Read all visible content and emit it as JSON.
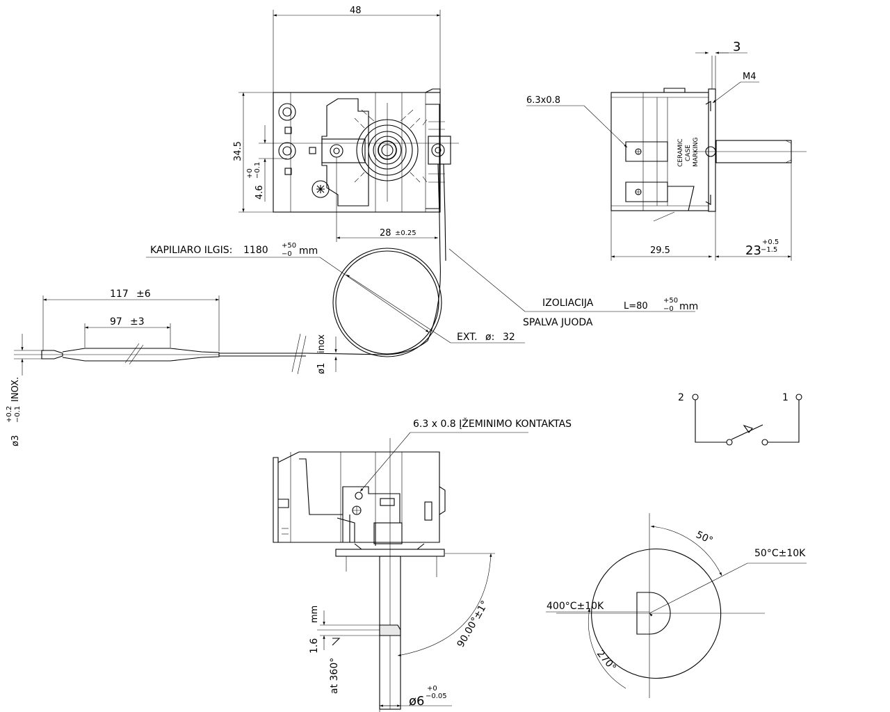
{
  "front_view": {
    "dim_width": "48",
    "dim_height": "34.5",
    "dim_offset": "4.6",
    "dim_offset_tol_upper": "+0",
    "dim_offset_tol_lower": "−0.1",
    "dim_hole_spacing": "28",
    "dim_hole_spacing_tol": "±0.25"
  },
  "capillary": {
    "label": "KAPILIARO ILGIS:",
    "value": "1180",
    "tol_upper": "+50",
    "tol_lower": "−0",
    "unit": "mm"
  },
  "insulation": {
    "label": "IZOLIACIJA",
    "length": "L=80",
    "tol_upper": "+50",
    "tol_lower": "−0",
    "unit": "mm",
    "color_note": "SPALVA JUODA"
  },
  "coil": {
    "ext_label": "EXT.",
    "diameter_symbol": "ø:",
    "diameter": "32"
  },
  "bulb": {
    "total_length": "117",
    "total_tol": "±6",
    "body_length": "97",
    "body_tol": "±3",
    "wire_material": "inox",
    "wire_diameter": "ø1",
    "bulb_diameter": "ø3",
    "bulb_tol_upper": "+0.2",
    "bulb_tol_lower": "−0.1",
    "bulb_material": "INOX."
  },
  "side_view": {
    "dim_plate": "3",
    "thread": "M4",
    "terminal": "6.3x0.8",
    "marking_line1": "CERAMIC",
    "marking_line2": "CASE",
    "marking_line3": "MARKING",
    "dim_body": "29.5",
    "dim_shaft": "23",
    "dim_shaft_tol_upper": "+0.5",
    "dim_shaft_tol_lower": "−1.5"
  },
  "schematic": {
    "terminal_left": "2",
    "terminal_right": "1"
  },
  "bottom_view": {
    "ground_contact": "6.3  x  0.8 ĮŽEMINIMO KONTAKTAS",
    "flat_depth": "1.6",
    "flat_unit": "mm",
    "flat_note": "at 360°",
    "angle": "90.00°±1°",
    "shaft_diameter": "ø6",
    "shaft_tol_upper": "+0",
    "shaft_tol_lower": "−0.05"
  },
  "dial": {
    "start_angle": "50°",
    "start_temp": "50°C±10K",
    "end_temp": "400°C±10K",
    "sweep_angle": "270°"
  }
}
